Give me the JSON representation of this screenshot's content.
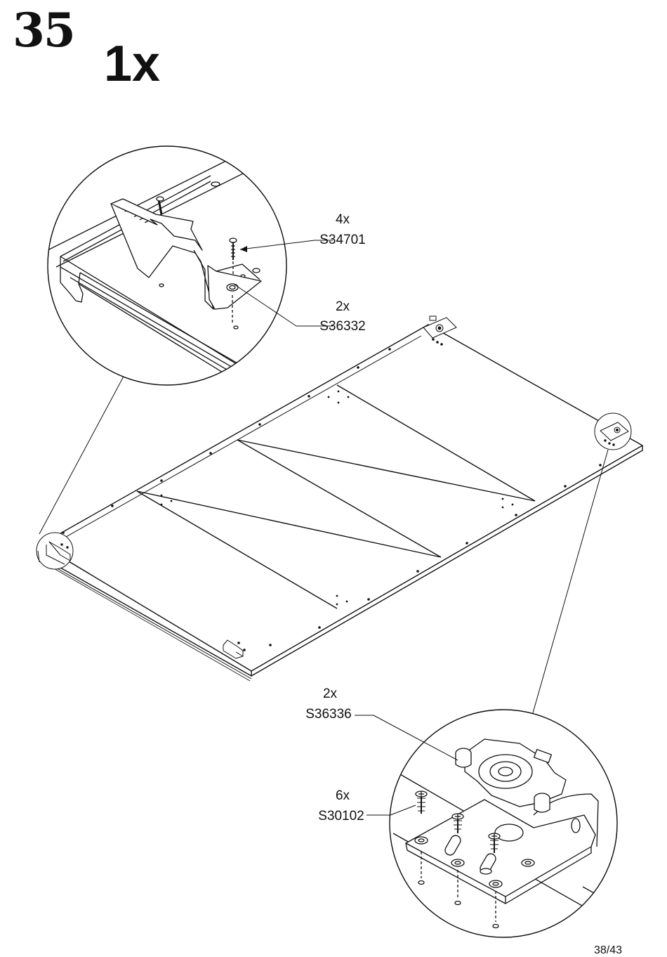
{
  "step": {
    "number": "35",
    "quantity": "1x"
  },
  "parts": [
    {
      "qty": "4x",
      "code": "S34701"
    },
    {
      "qty": "2x",
      "code": "S36332"
    },
    {
      "qty": "2x",
      "code": "S36336"
    },
    {
      "qty": "6x",
      "code": "S30102"
    }
  ],
  "page": "38/43"
}
